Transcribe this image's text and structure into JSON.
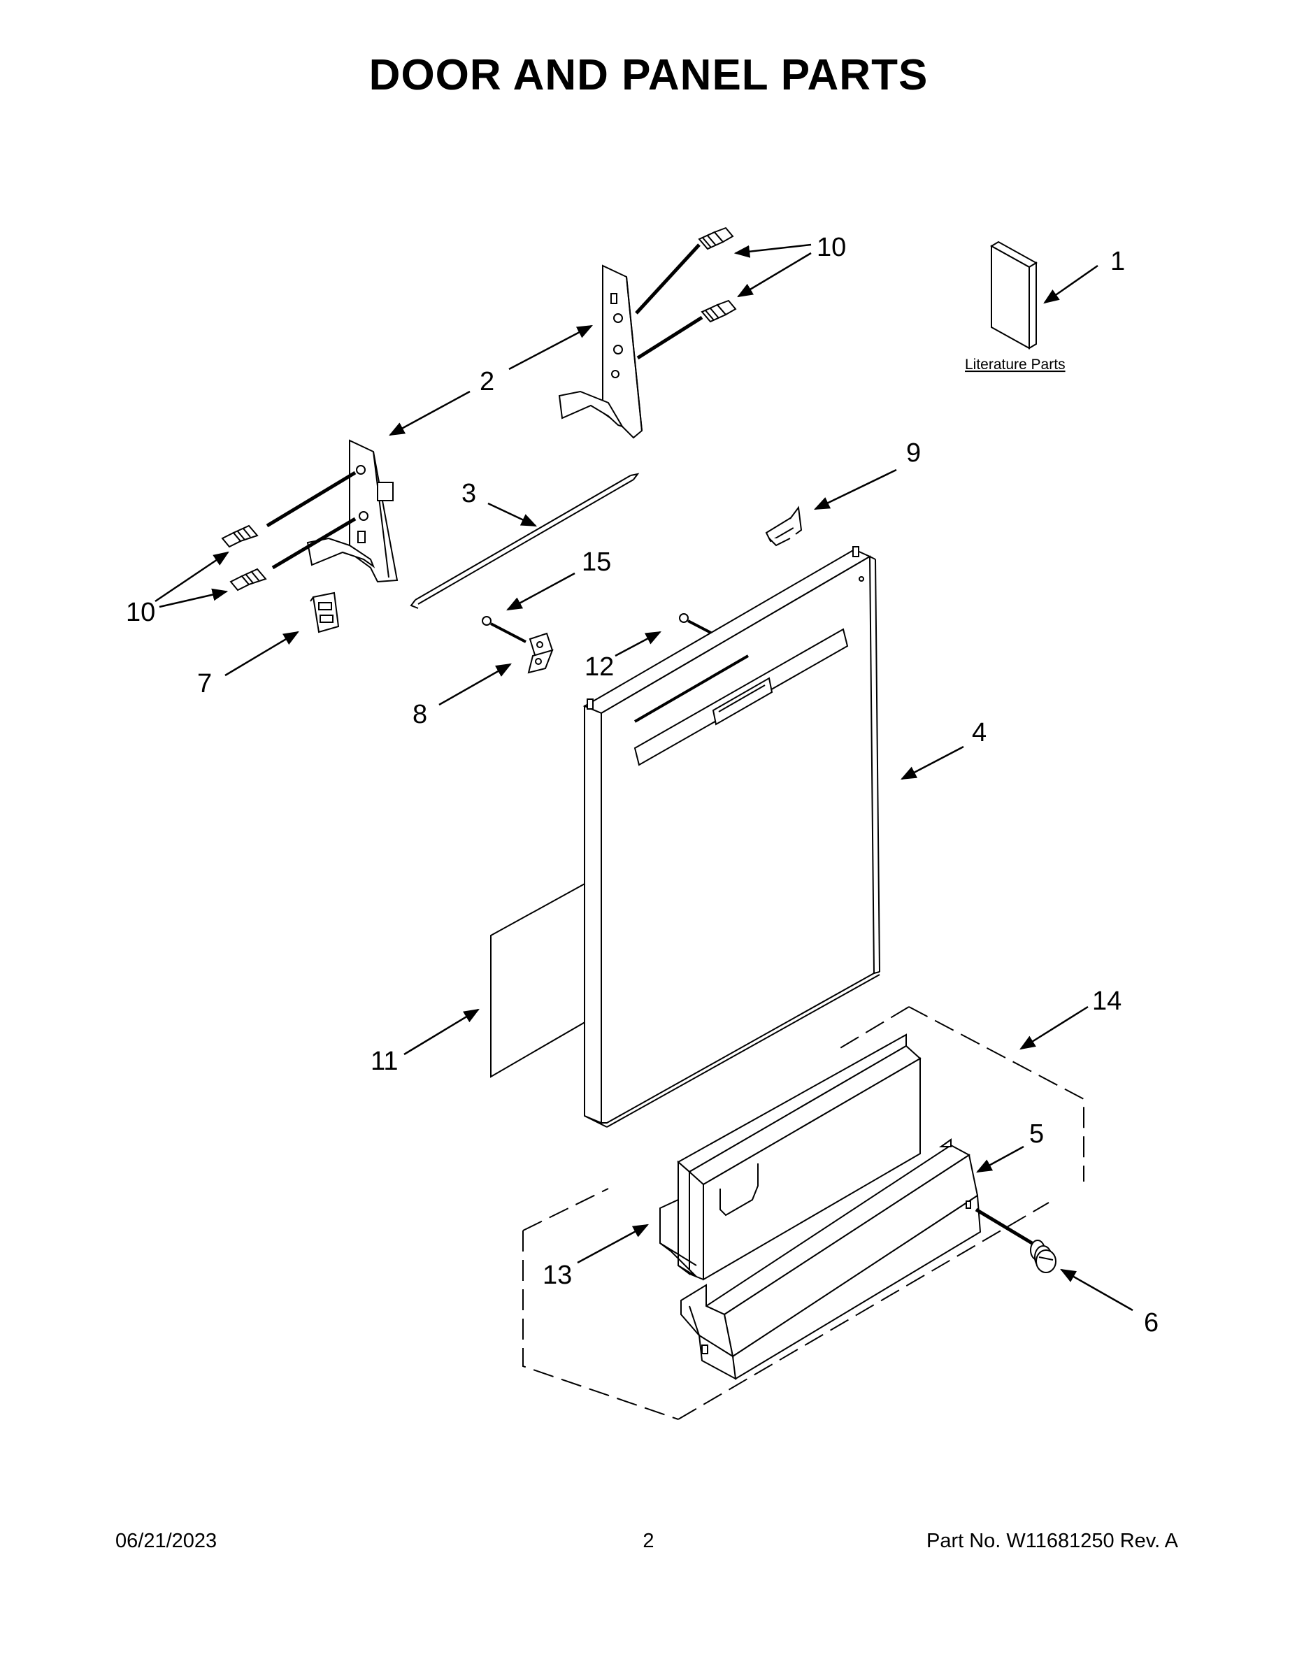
{
  "title": "DOOR AND PANEL PARTS",
  "literature_label": "Literature Parts",
  "callouts": {
    "c1": "1",
    "c2": "2",
    "c3": "3",
    "c4": "4",
    "c5": "5",
    "c6": "6",
    "c7": "7",
    "c8": "8",
    "c9": "9",
    "c10a": "10",
    "c10b": "10",
    "c11": "11",
    "c12": "12",
    "c13": "13",
    "c14": "14",
    "c15": "15"
  },
  "footer": {
    "date": "06/21/2023",
    "page": "2",
    "part_no": "Part No.  W11681250  Rev.  A"
  }
}
